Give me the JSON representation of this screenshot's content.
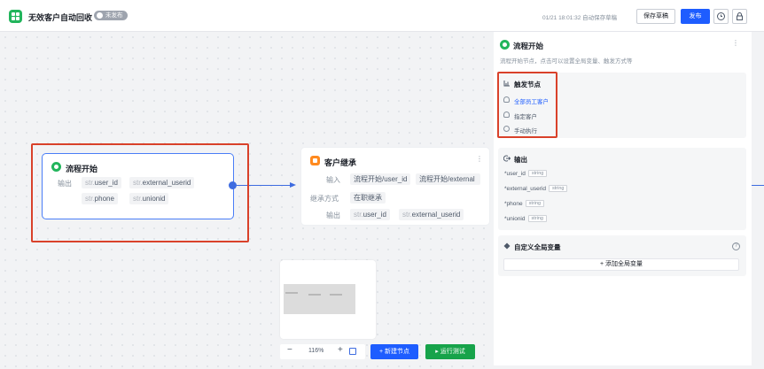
{
  "header": {
    "title": "无效客户自动回收",
    "status": "未发布",
    "save_time": "01/21 18:01:32 自动保存草稿",
    "save_draft": "保存草稿",
    "publish": "发布",
    "icons": [
      "history-icon",
      "lock-icon"
    ]
  },
  "nodes": {
    "start": {
      "title": "流程开始",
      "output_label": "输出",
      "outputs": [
        {
          "prefix": "str.",
          "name": "user_id"
        },
        {
          "prefix": "str.",
          "name": "external_userid"
        },
        {
          "prefix": "str.",
          "name": "phone"
        },
        {
          "prefix": "str.",
          "name": "unionid"
        }
      ]
    },
    "inherit": {
      "title": "客户继承",
      "input_label": "输入",
      "inputs": [
        "流程开始/user_id",
        "流程开始/external"
      ],
      "method_label": "继承方式",
      "method": "在职继承",
      "output_label": "输出",
      "outputs": [
        {
          "prefix": "str.",
          "name": "user_id"
        },
        {
          "prefix": "str.",
          "name": "external_userid"
        }
      ]
    }
  },
  "zoom": {
    "minus": "−",
    "value": "116%",
    "plus": "+"
  },
  "canvas_actions": {
    "new_node": "+ 新建节点",
    "run_test": "▸ 运行测试"
  },
  "panel": {
    "title": "流程开始",
    "description": "流程开始节点，点击可以设置全局变量、触发方式等",
    "trigger": {
      "title": "触发节点",
      "items": [
        {
          "label": "全部员工客户",
          "active": true
        },
        {
          "label": "指定客户",
          "active": false
        },
        {
          "label": "手动执行",
          "active": false
        }
      ]
    },
    "output": {
      "title": "输出",
      "fields": [
        {
          "name": "user_id",
          "type": "string"
        },
        {
          "name": "external_userid",
          "type": "string"
        },
        {
          "name": "phone",
          "type": "string"
        },
        {
          "name": "unionid",
          "type": "string"
        }
      ]
    },
    "global_vars": {
      "title": "自定义全局变量",
      "add_button": "+ 添加全局变量"
    }
  },
  "colors": {
    "accent": "#1e5dff",
    "start_green": "#22b55c",
    "highlight_red": "#d9412a",
    "run_green": "#17a34a",
    "node_orange": "#ff8a1f"
  }
}
